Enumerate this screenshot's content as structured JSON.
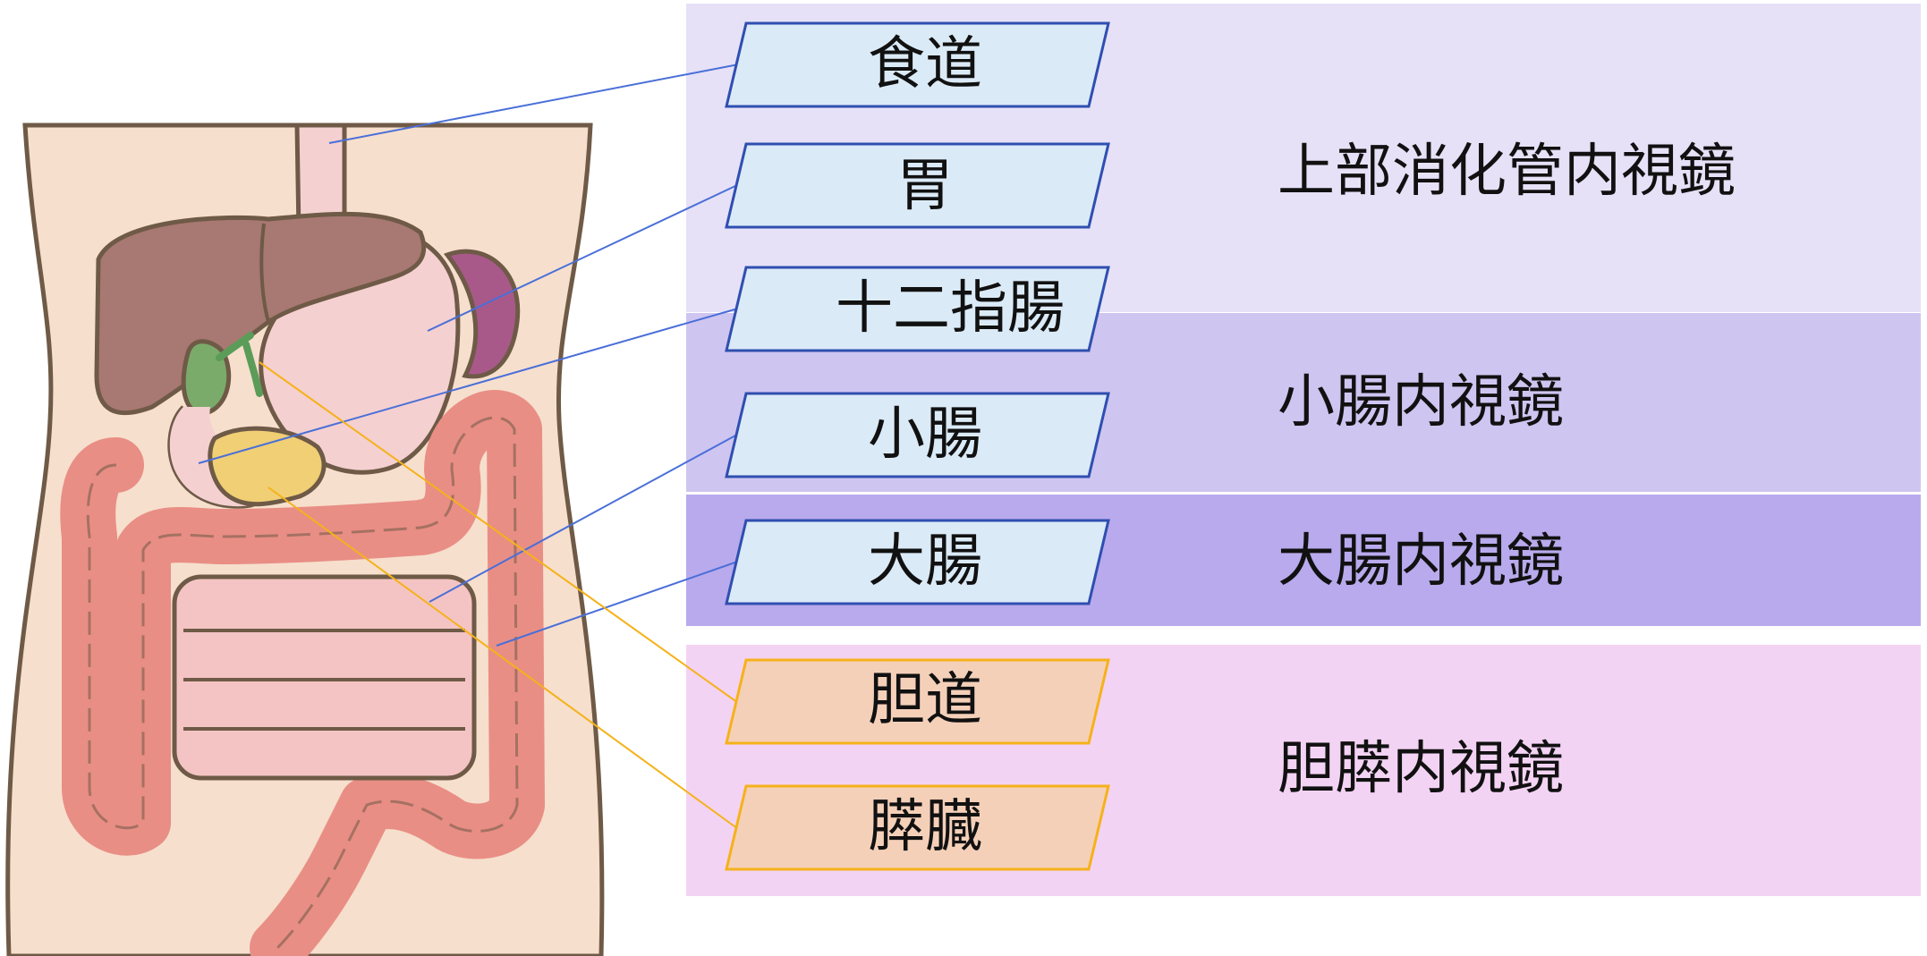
{
  "categories": {
    "upper": "上部消化管内視鏡",
    "small": "小腸内視鏡",
    "large": "大腸内視鏡",
    "bile": "胆膵内視鏡"
  },
  "organs": {
    "esophagus": "食道",
    "stomach": "胃",
    "duodenum": "十二指腸",
    "small_intestine": "小腸",
    "large_intestine": "大腸",
    "bile_duct": "胆道",
    "pancreas": "膵臓"
  },
  "colors": {
    "gi_box_fill": "#dbeaf7",
    "gi_box_stroke": "#2f4fb0",
    "gi_line": "#4a6fd8",
    "bp_box_fill": "#f5d0b9",
    "bp_box_stroke": "#f5b21a",
    "bp_line": "#f5b21a"
  }
}
